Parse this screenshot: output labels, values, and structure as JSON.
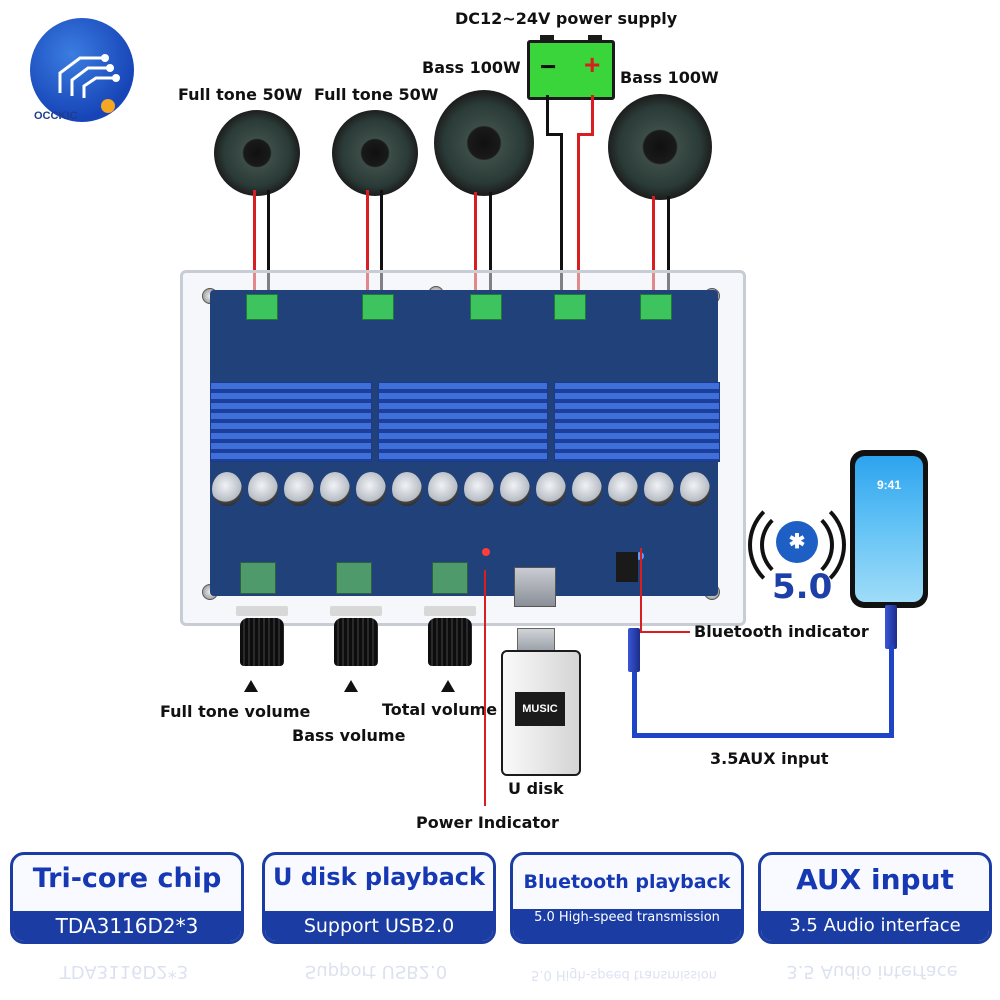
{
  "logo": {
    "text": "OCCKIC"
  },
  "labels": {
    "power_supply": "DC12~24V power supply",
    "full_tone_1": "Full tone 50W",
    "full_tone_2": "Full tone 50W",
    "bass_left": "Bass 100W",
    "bass_right": "Bass 100W",
    "full_tone_volume": "Full tone volume",
    "bass_volume": "Bass volume",
    "total_volume": "Total volume",
    "u_disk": "U disk",
    "power_indicator": "Power Indicator",
    "bluetooth_indicator": "Bluetooth indicator",
    "aux_input": "3.5AUX input"
  },
  "battery": {
    "minus": "−",
    "plus": "+"
  },
  "usb": {
    "music_text": "MUSIC"
  },
  "phone": {
    "time": "9:41"
  },
  "bluetooth": {
    "symbol": "✱",
    "version": "5.0"
  },
  "features": [
    {
      "title": "Tri-core chip",
      "subtitle": "TDA3116D2*3"
    },
    {
      "title": "U disk playback",
      "subtitle": "Support USB2.0"
    },
    {
      "title": "Bluetooth playback",
      "subtitle": "5.0 High-speed transmission"
    },
    {
      "title": "AUX input",
      "subtitle": "3.5 Audio interface"
    }
  ],
  "colors": {
    "accent": "#1b3da3",
    "wire_red": "#d81e1e",
    "battery_green": "#3ad53a",
    "board_blue": "#21417a"
  }
}
